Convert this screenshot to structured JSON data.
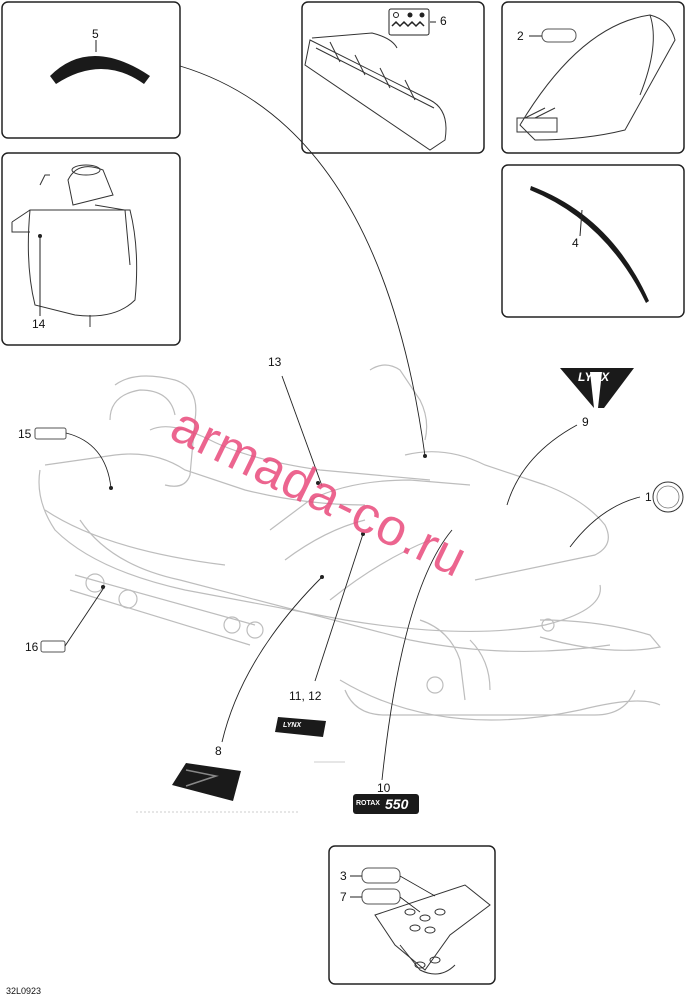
{
  "callouts": {
    "c1": "1",
    "c2": "2",
    "c3": "3",
    "c4": "4",
    "c5": "5",
    "c6": "6",
    "c7": "7",
    "c8": "8",
    "c9": "9",
    "c10": "10",
    "c11_12": "11, 12",
    "c13": "13",
    "c14": "14",
    "c15": "15",
    "c16": "16"
  },
  "decals": {
    "lynx_badge": "LYNX",
    "lynx_side": "LYNX",
    "rotax_brand": "ROTAX",
    "rotax_model": "550"
  },
  "watermark": "armada-co.ru",
  "diagram_code": "32L0923",
  "colors": {
    "line": "#222222",
    "ghost": "#bdbdbd",
    "watermark": "#e94b7c",
    "decal_dark": "#1a1a1a"
  }
}
